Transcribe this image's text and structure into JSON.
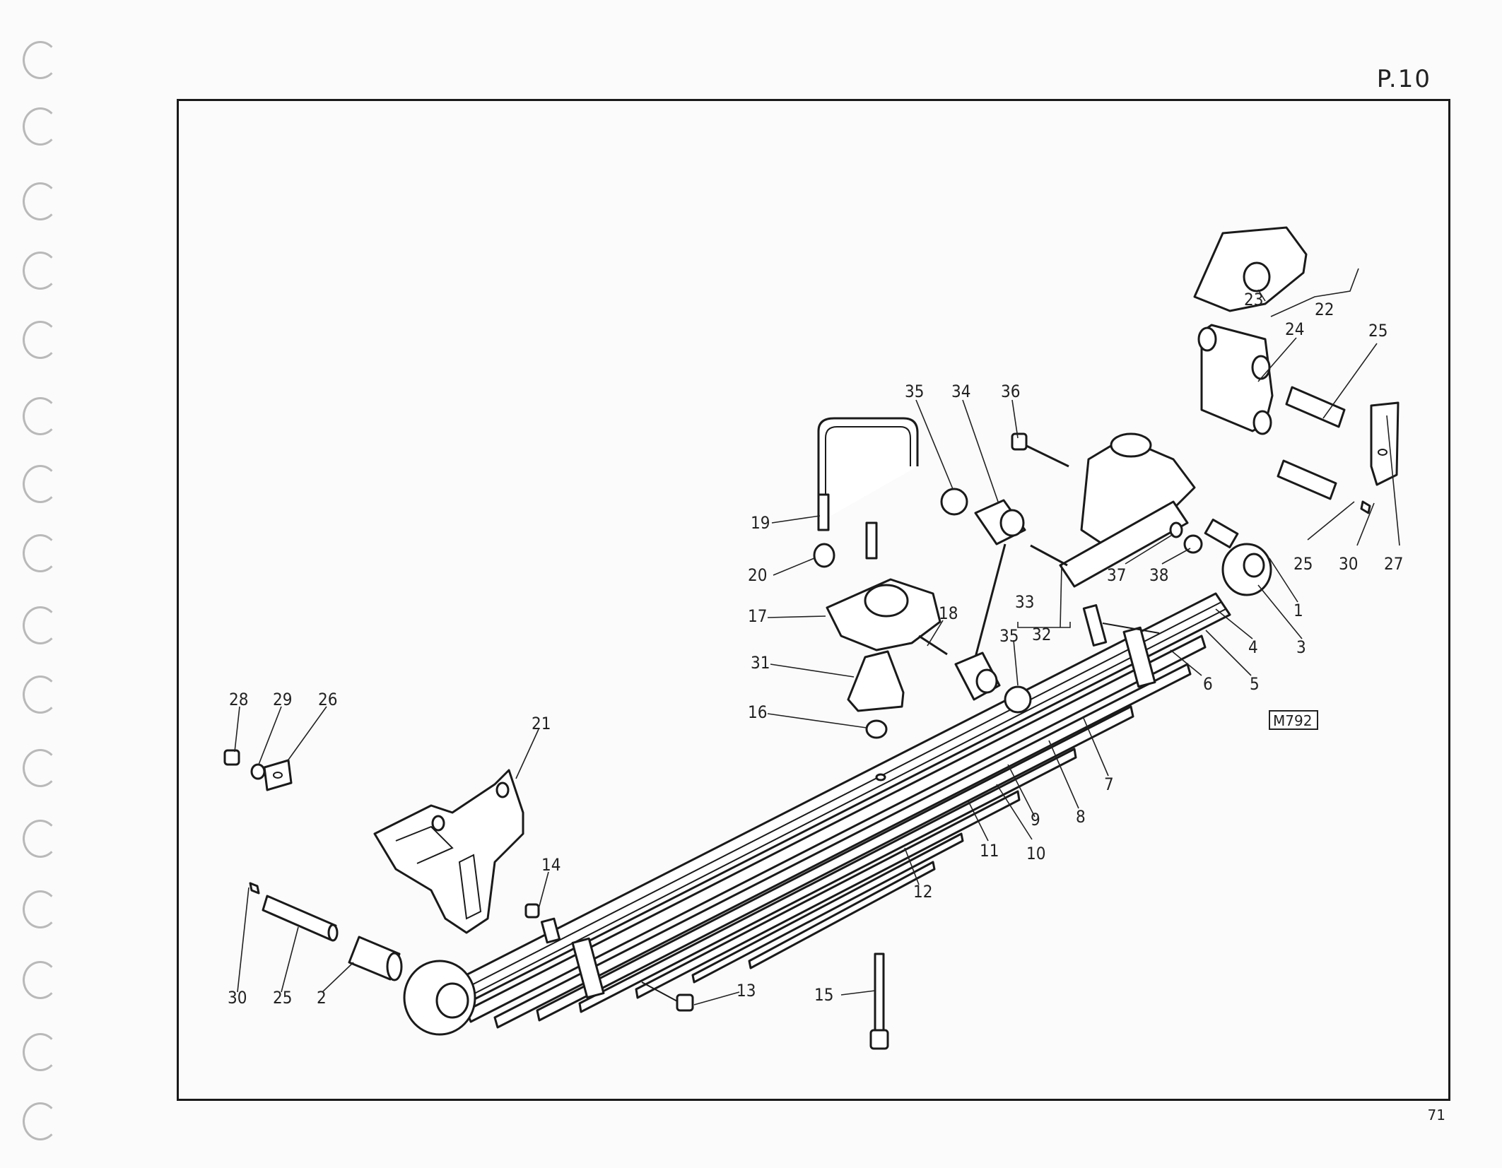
{
  "page_code": "P.10",
  "page_number": "71",
  "figure_ref": "M792",
  "callouts": [
    "1",
    "2",
    "3",
    "4",
    "5",
    "6",
    "7",
    "8",
    "9",
    "10",
    "11",
    "12",
    "13",
    "14",
    "15",
    "16",
    "17",
    "18",
    "19",
    "20",
    "21",
    "22",
    "23",
    "24",
    "25",
    "25",
    "25",
    "26",
    "27",
    "28",
    "29",
    "30",
    "30",
    "31",
    "32",
    "33",
    "34",
    "35",
    "35",
    "36",
    "37",
    "38"
  ]
}
